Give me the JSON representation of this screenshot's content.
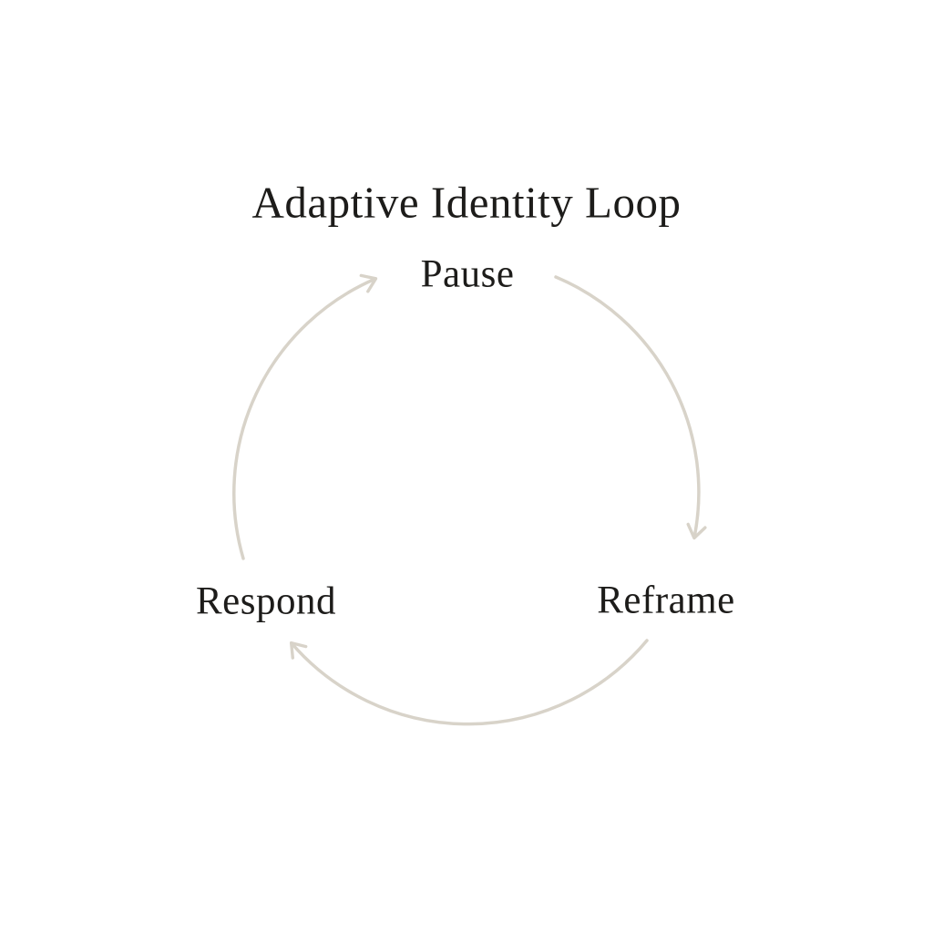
{
  "diagram": {
    "title": "Adaptive Identity Loop",
    "nodes": [
      {
        "id": "pause",
        "label": "Pause"
      },
      {
        "id": "reframe",
        "label": "Reframe"
      },
      {
        "id": "respond",
        "label": "Respond"
      }
    ],
    "edges": [
      {
        "from": "Pause",
        "to": "Reframe",
        "direction": "clockwise"
      },
      {
        "from": "Reframe",
        "to": "Respond",
        "direction": "clockwise"
      },
      {
        "from": "Respond",
        "to": "Pause",
        "direction": "clockwise"
      }
    ],
    "colors": {
      "arrow": "#d8d3c9",
      "text": "#1d1c1a",
      "background": "#ffffff"
    }
  }
}
